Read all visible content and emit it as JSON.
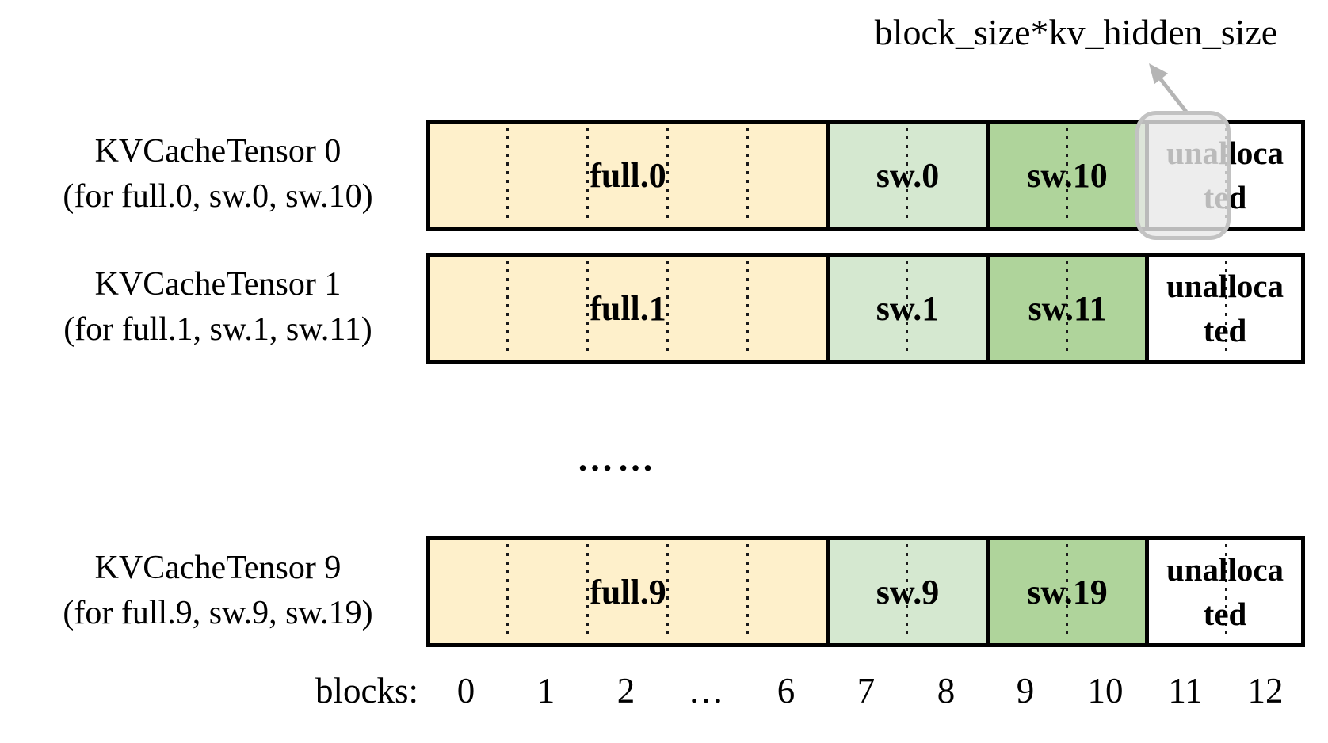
{
  "annotation": {
    "text": "block_size*kv_hidden_size"
  },
  "colors": {
    "full_block": "#FEF0CB",
    "sw_light_block": "#D5E8D0",
    "sw_dark_block": "#AFD49B",
    "unallocated_block": "#FFFFFF",
    "bar_border": "#000000",
    "highlight_border": "#C2C2C2",
    "highlight_fill": "#E8E8E8",
    "arrow": "#B5B5B5"
  },
  "rows": [
    {
      "title": "KVCacheTensor 0",
      "subtitle": "(for full.0, sw.0, sw.10)",
      "full_label": "full.0",
      "sw1_label": "sw.0",
      "sw2_label": "sw.10",
      "unallocated_line1": "unalloca",
      "unallocated_line2": "ted",
      "highlighted": true
    },
    {
      "title": "KVCacheTensor 1",
      "subtitle": "(for full.1, sw.1, sw.11)",
      "full_label": "full.1",
      "sw1_label": "sw.1",
      "sw2_label": "sw.11",
      "unallocated_line1": "unalloca",
      "unallocated_line2": "ted",
      "highlighted": false
    },
    {
      "title": "KVCacheTensor 9",
      "subtitle": "(for full.9, sw.9, sw.19)",
      "full_label": "full.9",
      "sw1_label": "sw.9",
      "sw2_label": "sw.19",
      "unallocated_line1": "unalloca",
      "unallocated_line2": "ted",
      "highlighted": false
    }
  ],
  "separator": "……",
  "axis": {
    "label": "blocks:",
    "ticks": [
      "0",
      "1",
      "2",
      "…",
      "6",
      "7",
      "8",
      "9",
      "10",
      "11",
      "12"
    ]
  }
}
